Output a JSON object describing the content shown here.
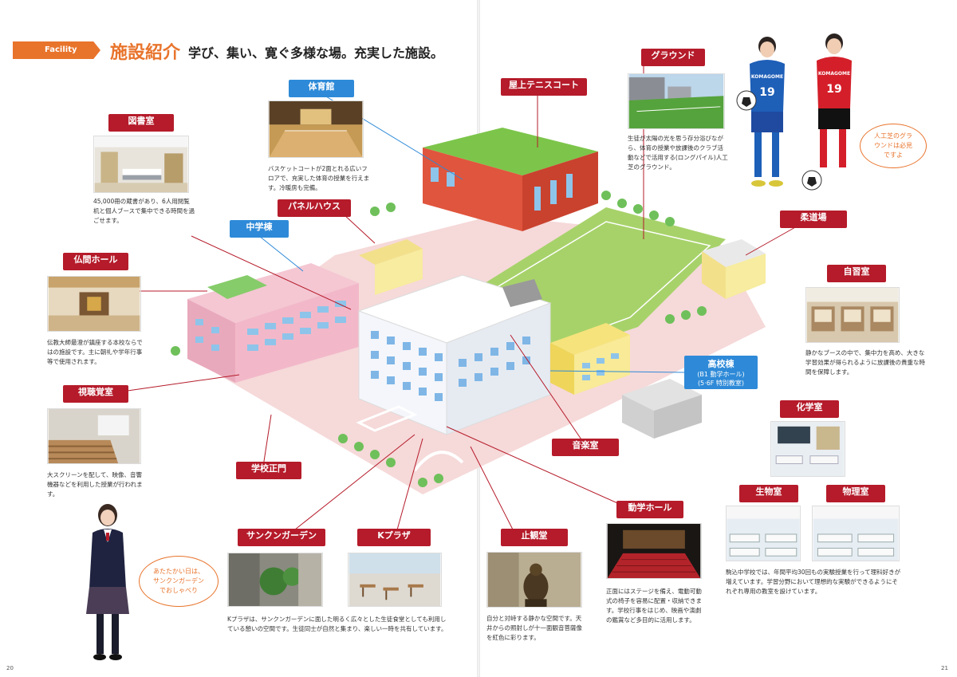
{
  "header": {
    "tag": "Facility",
    "title": "施設紹介",
    "subtitle": "学び、集い、寛ぐ多様な場。充実した施設。"
  },
  "facilities": {
    "library": {
      "label": "図書室",
      "desc": "45,000冊の蔵書があり、6人用閲覧机と個人ブースで集中できる時間を過ごせます。"
    },
    "gym": {
      "label": "体育館",
      "desc": "バスケットコートが2面とれる広いフロアで、充実した体育の授業を行えます。冷暖房も完備。"
    },
    "rooftop_tennis": {
      "label": "屋上テニスコート"
    },
    "ground": {
      "label": "グラウンド",
      "desc": "生徒が太陽の光を思う存分浴びながら、体育の授業や放課後のクラブ活動などで活用する(ロングパイル)人工芝のグラウンド。"
    },
    "panel_house": {
      "label": "パネルハウス"
    },
    "junior_high": {
      "label": "中学棟"
    },
    "judo": {
      "label": "柔道場"
    },
    "buddhist_hall": {
      "label": "仏間ホール",
      "desc": "伝教大師最澄が鎮座する本校ならではの施設です。主に朝礼や学年行事等で使用されます。"
    },
    "self_study": {
      "label": "自習室",
      "desc": "静かなブースの中で、集中力を高め、大きな学習効果が得られるように放課後の貴重な時間を保障します。"
    },
    "high_school": {
      "label": "高校棟",
      "sub1": "(B1 動学ホール)",
      "sub2": "(5·6F 特別教室)"
    },
    "av_room": {
      "label": "視聴覚室",
      "desc": "大スクリーンを配して、映像、音響機器などを利用した授業が行われます。"
    },
    "chemistry": {
      "label": "化学室"
    },
    "music": {
      "label": "音楽室"
    },
    "main_gate": {
      "label": "学校正門"
    },
    "biology": {
      "label": "生物室"
    },
    "physics": {
      "label": "物理室"
    },
    "science_desc": "駒込中学校では、年間平均30回もの実験授業を行って理科好きが増えています。学習分野において理想的な実験ができるようにそれぞれ専用の教室を設けています。",
    "dogaku_hall": {
      "label": "動学ホール",
      "desc": "正面にはステージを備え、電動可動式の椅子を容易に配置・収納できます。学校行事をはじめ、映画や演劇の鑑賞など多目的に活用します。"
    },
    "sunken_garden": {
      "label": "サンクンガーデン"
    },
    "k_plaza": {
      "label": "Kプラザ",
      "desc": "Kプラザは、サンクンガーデンに面した明るく広々とした生徒食堂としても利用している憩いの空間です。生徒同士が自然と集まり、楽しい一時を共有しています。"
    },
    "shikan_do": {
      "label": "止観堂",
      "desc": "自分と対峙する静かな空間です。天井からの照射しが十一面観音菩薩像を紅色に彩ります。"
    }
  },
  "bubbles": {
    "girl": "あたたかい日は、サンクンガーデンでおしゃべり",
    "boys": "人工芝のグラウンドは必見ですよ"
  },
  "jerseys": {
    "text": "KOMAGOME",
    "number": "19"
  },
  "pages": {
    "left": "20",
    "right": "21"
  },
  "colors": {
    "accent": "#e8742c",
    "label_red": "#b51b2a",
    "label_blue": "#2e8ad8"
  }
}
